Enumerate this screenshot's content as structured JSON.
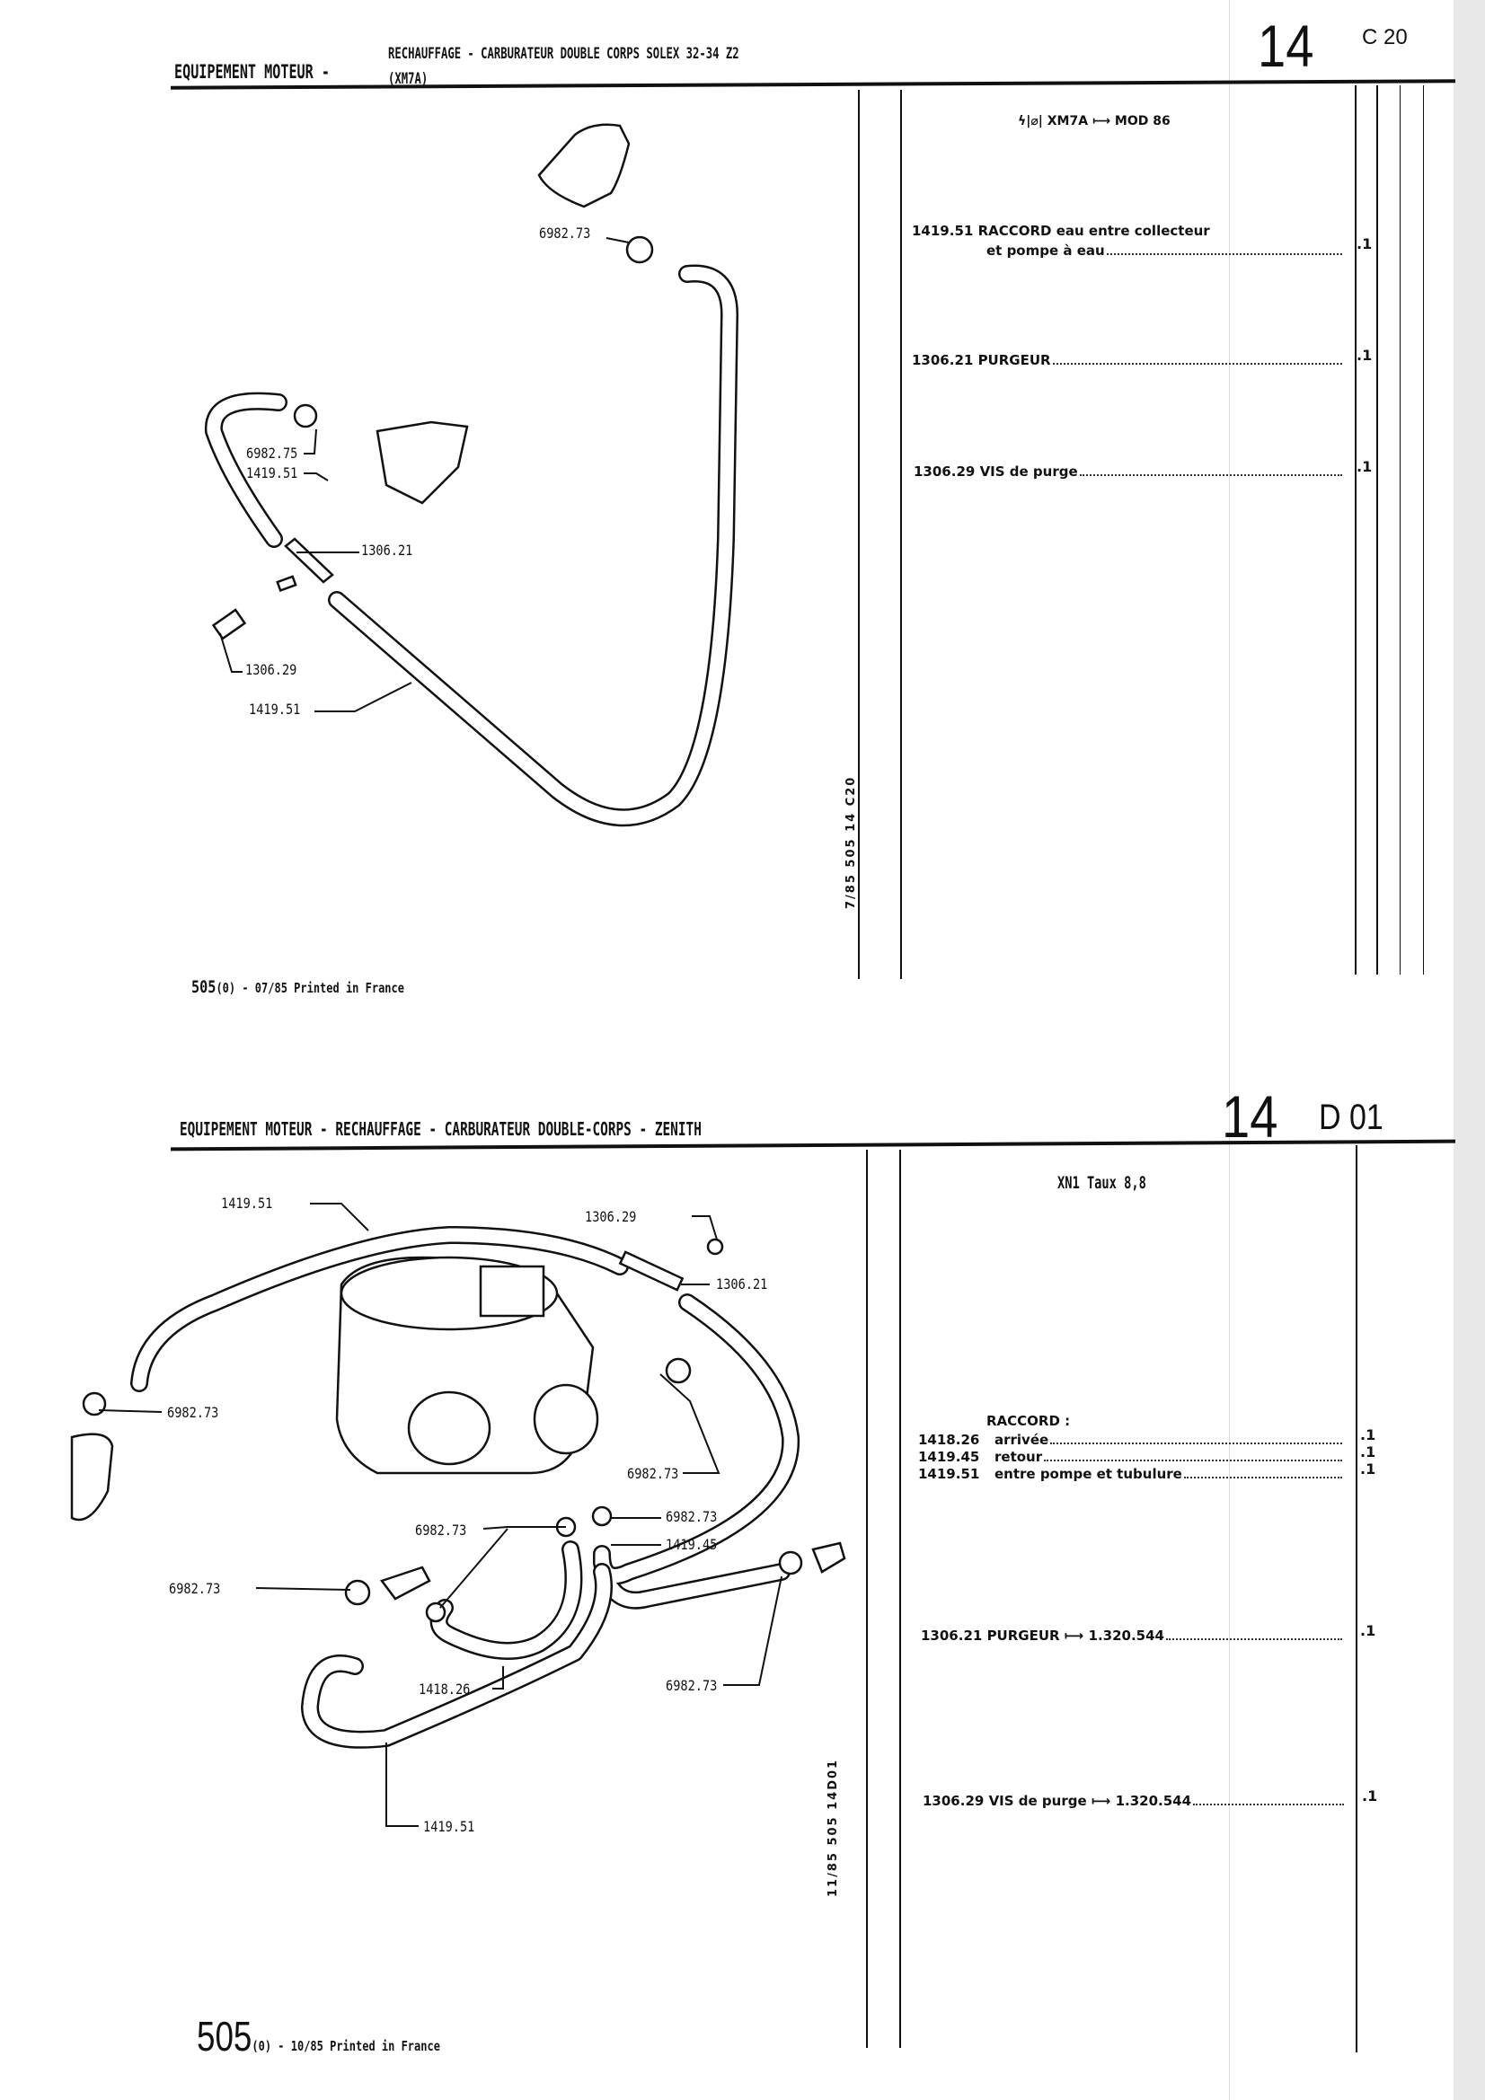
{
  "page_top": {
    "header": {
      "section": "EQUIPEMENT MOTEUR -",
      "subtitle_line1": "RECHAUFFAGE - CARBURATEUR DOUBLE CORPS SOLEX 32-34 Z2",
      "subtitle_line2": "(XM7A)",
      "group": "14",
      "page_ref": "C 20"
    },
    "applicability": "XM7A ⟼ MOD 86",
    "applicability_symbol": "ϟ|⌀|",
    "parts": [
      {
        "ref": "1419.51",
        "desc": "RACCORD eau entre collecteur",
        "desc2": "et pompe à eau",
        "qty": ".1"
      },
      {
        "ref": "1306.21",
        "desc": "PURGEUR",
        "qty": ".1"
      },
      {
        "ref": "1306.29",
        "desc": "VIS de purge",
        "qty": ".1"
      }
    ],
    "diagram_labels": [
      "6982.73",
      "6982.75",
      "1419.51",
      "1306.21",
      "1306.29",
      "1419.51"
    ],
    "side_code": "7/85 505 14 C20",
    "footer": {
      "model": "505",
      "text": "(0) - 07/85 Printed in France"
    }
  },
  "page_bottom": {
    "header": {
      "title": "EQUIPEMENT MOTEUR - RECHAUFFAGE - CARBURATEUR DOUBLE-CORPS - ZENITH",
      "group": "14",
      "page_ref": "D 01"
    },
    "applicability": "XN1 Taux 8,8",
    "raccord_heading": "RACCORD :",
    "raccord_parts": [
      {
        "ref": "1418.26",
        "desc": "arrivée",
        "qty": ".1"
      },
      {
        "ref": "1419.45",
        "desc": "retour",
        "qty": ".1"
      },
      {
        "ref": "1419.51",
        "desc": "entre pompe et tubulure",
        "qty": ".1"
      }
    ],
    "parts": [
      {
        "ref": "1306.21",
        "desc": "PURGEUR ⟼ 1.320.544",
        "qty": ".1"
      },
      {
        "ref": "1306.29",
        "desc": "VIS de purge ⟼ 1.320.544",
        "qty": ".1"
      }
    ],
    "diagram_labels": [
      "1419.51",
      "1306.29",
      "1306.21",
      "6982.73",
      "6982.73",
      "6982.73",
      "6982.73",
      "1419.45",
      "6982.73",
      "1418.26",
      "6982.73",
      "1419.51"
    ],
    "side_code": "11/85 505 14D01",
    "footer": {
      "model": "505",
      "text": "(0) - 10/85 Printed in France"
    }
  }
}
